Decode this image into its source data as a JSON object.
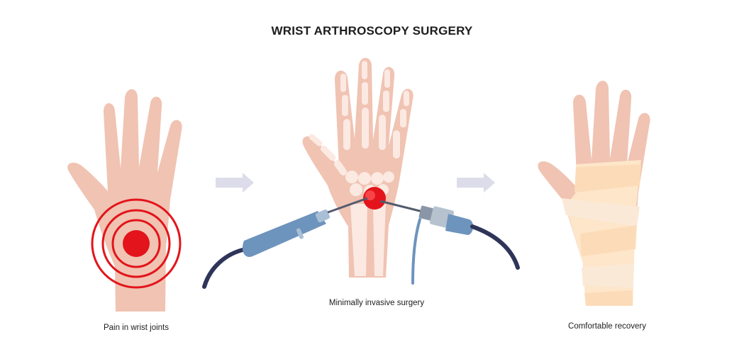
{
  "title": "WRIST ARTHROSCOPY SURGERY",
  "steps": [
    {
      "caption": "Pain in wrist joints"
    },
    {
      "caption": "Minimally invasive surgery"
    },
    {
      "caption": "Comfortable recovery"
    }
  ],
  "colors": {
    "skin": "#f0c3b2",
    "skin_dark": "#e7b09c",
    "bone": "#fbe9e2",
    "pain_red": "#e3141b",
    "arrow": "#dcdcea",
    "instrument_blue": "#6d94bd",
    "cable_navy": "#2f3558",
    "bandage": "#fde6c9"
  },
  "icons": [
    "pain-target-icon",
    "arrow-right-icon",
    "arthroscope-icon",
    "shaver-icon",
    "bandage-icon"
  ]
}
